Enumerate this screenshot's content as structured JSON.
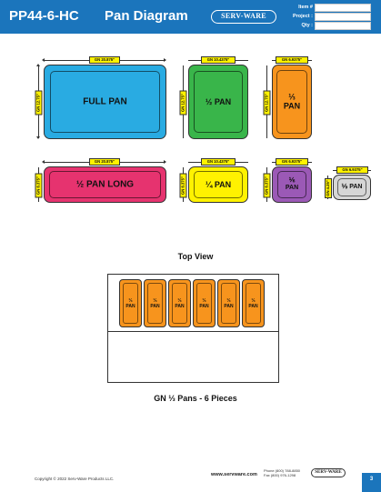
{
  "header": {
    "part_number": "PP44-6-HC",
    "title": "Pan Diagram",
    "logo_text": "SERV-WARE",
    "fields": [
      {
        "label": "Item #"
      },
      {
        "label": "Project :"
      },
      {
        "label": "Qty :"
      }
    ]
  },
  "diagrams": {
    "full": {
      "label": "FULL PAN",
      "width_dim": "GN 20.875\"",
      "depth_dim": "GN 12.75\""
    },
    "half": {
      "label": "½ PAN",
      "width_dim": "GN 10.4375\"",
      "depth_dim": "GN 12.75\""
    },
    "third": {
      "label_line1": "⅓",
      "label_line2": "PAN",
      "width_dim": "GN 6.9375\"",
      "depth_dim": "GN 12.75\""
    },
    "half_long": {
      "label": "½ PAN LONG",
      "width_dim": "GN 20.875\"",
      "depth_dim": "GN 6.375\""
    },
    "quarter": {
      "label": "¼ PAN",
      "width_dim": "GN 10.4375\"",
      "depth_dim": "GN 6.375\""
    },
    "sixth": {
      "label_line1": "⅙",
      "label_line2": "PAN",
      "width_dim": "GN 6.9375\"",
      "depth_dim": "GN 6.375\""
    },
    "ninth": {
      "label": "⅑ PAN",
      "width_dim": "GN 6.9375\"",
      "depth_dim": "GN 4.25\""
    }
  },
  "colors": {
    "header": "#1b75bc",
    "full": "#29abe2",
    "half": "#39b54a",
    "third": "#f7941d",
    "half_long": "#e6336f",
    "quarter": "#fff200",
    "sixth": "#9b59b6",
    "ninth": "#d6d6d6"
  },
  "top_view": {
    "title": "Top View",
    "pans": [
      {
        "line1": "⅓",
        "line2": "PAN"
      },
      {
        "line1": "⅓",
        "line2": "PAN"
      },
      {
        "line1": "⅓",
        "line2": "PAN"
      },
      {
        "line1": "⅓",
        "line2": "PAN"
      },
      {
        "line1": "⅓",
        "line2": "PAN"
      },
      {
        "line1": "⅓",
        "line2": "PAN"
      }
    ],
    "caption": "GN ⅓ Pans - 6 Pieces"
  },
  "footer": {
    "copyright": "Copyright © 2022 Serv-Ware Products LLC.",
    "website": "www.servware.com",
    "phone": "Phone (800) 788-8850",
    "fax": "Fax (800) 976-1298",
    "logo_text": "SERV-WARE",
    "page_number": "3"
  }
}
